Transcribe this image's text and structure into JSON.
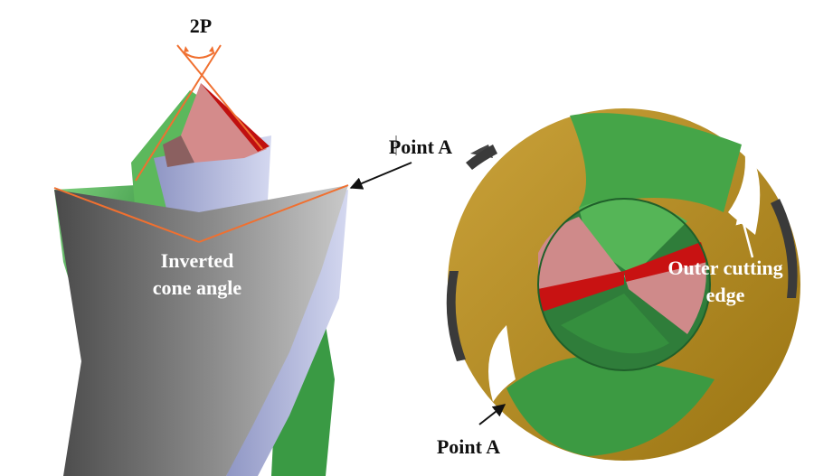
{
  "labels": {
    "point_angle": "2P",
    "point_a_side": "Point A",
    "inverted_cone_line1": "Inverted",
    "inverted_cone_line2": "cone angle",
    "outer_cutting_line1": "Outer cutting",
    "outer_cutting_line2": "edge",
    "point_a_end": "Point A"
  },
  "colors": {
    "flute_green": "#4fa94f",
    "flute_green_dark": "#2f7a36",
    "body_gold": "#b08a1f",
    "tip_pink": "#d48b8b",
    "tip_red": "#c01010",
    "margin_lavender": "#b9bfe0",
    "body_gray": "#777777",
    "accent_orange": "#f07030"
  }
}
